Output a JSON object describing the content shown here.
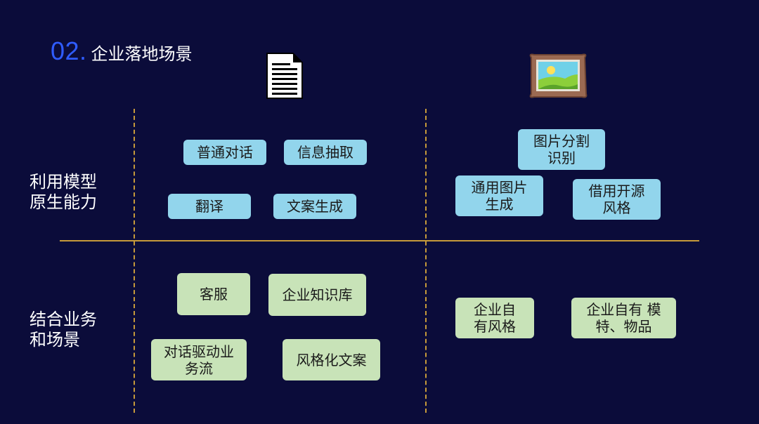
{
  "title": {
    "number": "02.",
    "text": "企业落地场景"
  },
  "icons": {
    "text_column": "document-icon",
    "image_column": "picture-frame-icon"
  },
  "rows": [
    {
      "label": "利用模型\n原生能力"
    },
    {
      "label": "结合业务\n和场景"
    }
  ],
  "text_native": [
    "普通对话",
    "信息抽取",
    "翻译",
    "文案生成"
  ],
  "image_native": [
    "图片分割\n识别",
    "通用图片\n生成",
    "借用开源\n风格"
  ],
  "text_business": [
    "客服",
    "企业知识库",
    "对话驱动业\n务流",
    "风格化文案"
  ],
  "image_business": [
    "企业自\n有风格",
    "企业自有  模\n特、物品"
  ],
  "colors": {
    "background": "#0b0c3a",
    "accent_number": "#2f5cff",
    "divider": "#c69a3a",
    "tag_native": "#92d5ec",
    "tag_business": "#c8e3b8"
  }
}
